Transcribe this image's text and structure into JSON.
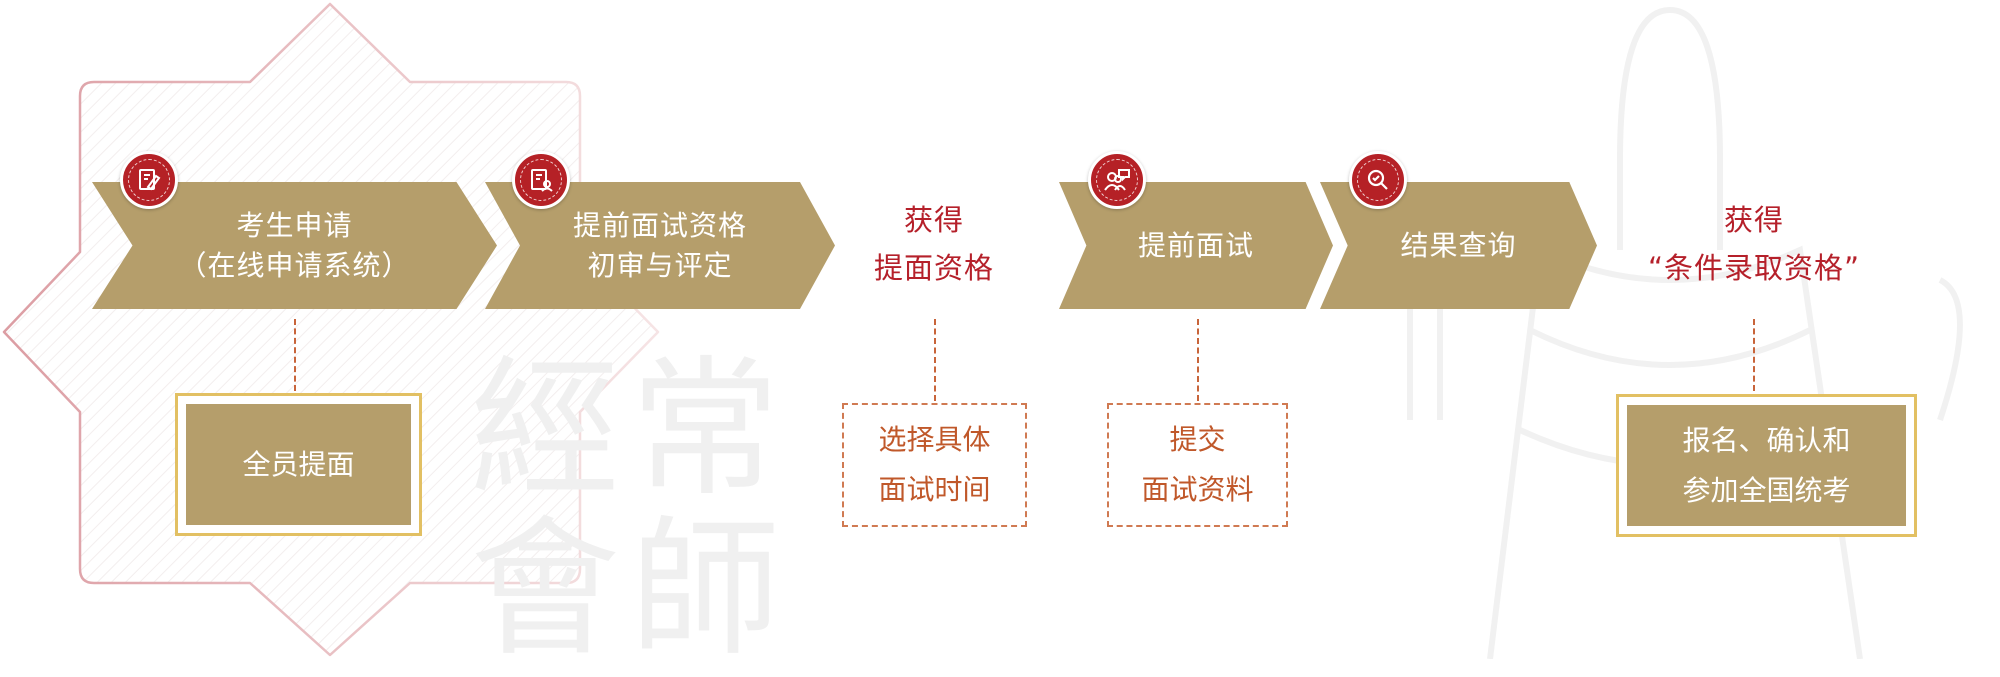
{
  "colors": {
    "gold": "#b59e6b",
    "icon_red": "#b52126",
    "result_red": "#b5202a",
    "orange": "#c0582a",
    "frame_gold": "#e2c063"
  },
  "watermark": {
    "chars": [
      "經",
      "常",
      "會",
      "師"
    ]
  },
  "steps": [
    {
      "icon": "edit-document-icon",
      "lines": [
        "考生申请",
        "（在线申请系统）"
      ]
    },
    {
      "icon": "document-review-icon",
      "lines": [
        "提前面试资格",
        "初审与评定"
      ]
    },
    {
      "icon": "interview-people-icon",
      "lines": [
        "提前面试"
      ]
    },
    {
      "icon": "search-check-icon",
      "lines": [
        "结果查询"
      ]
    }
  ],
  "results": [
    {
      "lines": [
        "获得",
        "提面资格"
      ]
    },
    {
      "lines": [
        "获得",
        "“条件录取资格”"
      ]
    }
  ],
  "notes": [
    {
      "lines": [
        "全员提面"
      ]
    },
    {
      "lines": [
        "选择具体",
        "面试时间"
      ]
    },
    {
      "lines": [
        "提交",
        "面试资料"
      ]
    },
    {
      "lines": [
        "报名、确认和",
        "参加全国统考"
      ]
    }
  ]
}
